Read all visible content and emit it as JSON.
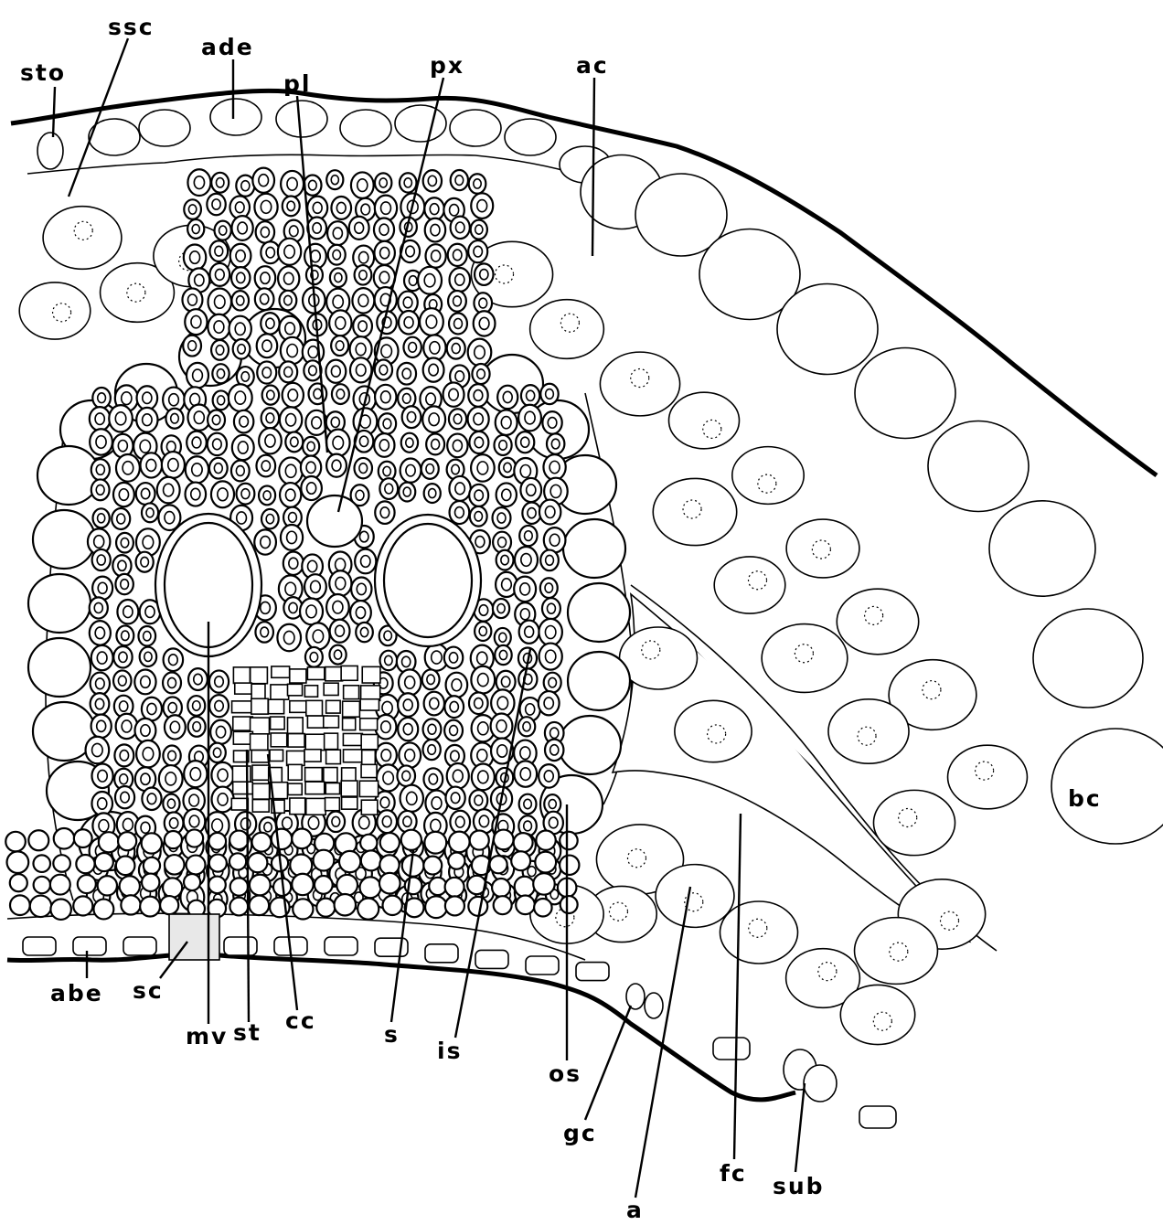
{
  "diagram": {
    "labels": [
      {
        "id": "sto",
        "text": "sto"
      },
      {
        "id": "ssc",
        "text": "ssc"
      },
      {
        "id": "ade",
        "text": "ade"
      },
      {
        "id": "pl",
        "text": "pl"
      },
      {
        "id": "px",
        "text": "px"
      },
      {
        "id": "ac",
        "text": "ac"
      },
      {
        "id": "bc",
        "text": "bc"
      },
      {
        "id": "abe",
        "text": "abe"
      },
      {
        "id": "sc",
        "text": "sc"
      },
      {
        "id": "mv",
        "text": "mv"
      },
      {
        "id": "st",
        "text": "st"
      },
      {
        "id": "cc",
        "text": "cc"
      },
      {
        "id": "s",
        "text": "s"
      },
      {
        "id": "is",
        "text": "is"
      },
      {
        "id": "os",
        "text": "os"
      },
      {
        "id": "gc",
        "text": "gc"
      },
      {
        "id": "a",
        "text": "a"
      },
      {
        "id": "fc",
        "text": "fc"
      },
      {
        "id": "sub",
        "text": "sub"
      }
    ]
  }
}
